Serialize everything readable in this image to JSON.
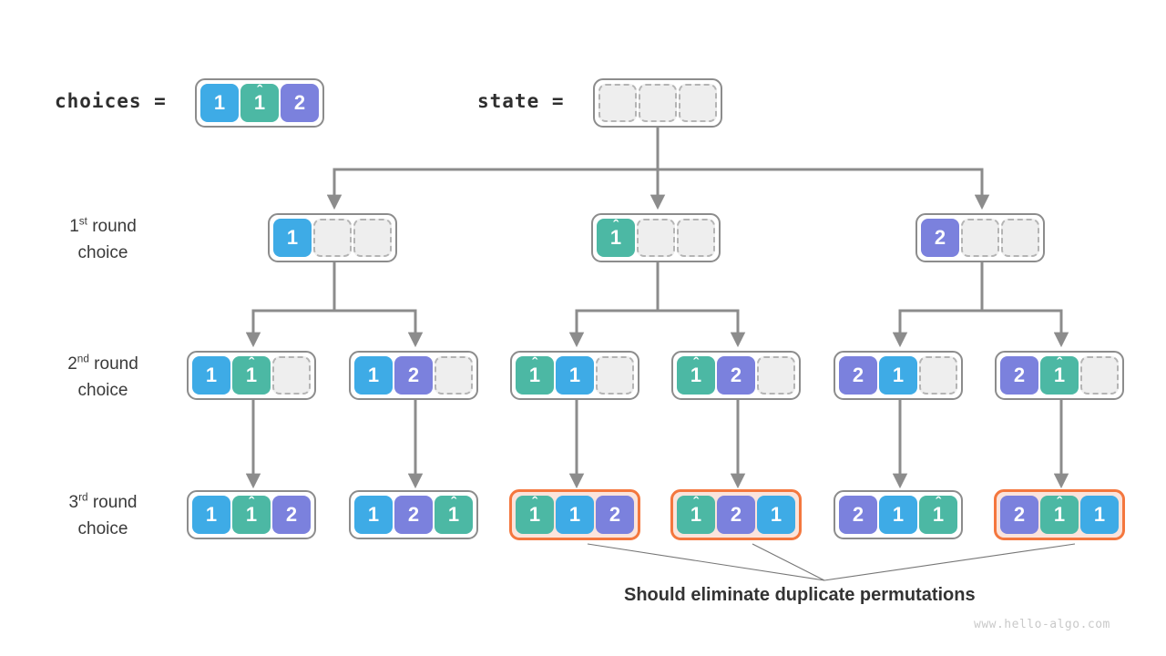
{
  "header": {
    "choices_label": "choices =",
    "state_label": "state ="
  },
  "colors": {
    "blue": "#3eabe6",
    "teal": "#4cb8a4",
    "purple": "#7b81dd",
    "empty_fill": "#eeeeee",
    "empty_border": "#b4b4b4",
    "node_border": "#8c8c8c",
    "highlight_border": "#f4773e",
    "highlight_fill": "#fbe4dc",
    "wire": "#8c8c8c",
    "text": "#3a3a3a"
  },
  "choices": {
    "cells": [
      {
        "value": "1",
        "color": "blue",
        "hat": false
      },
      {
        "value": "1",
        "color": "teal",
        "hat": true
      },
      {
        "value": "2",
        "color": "purple",
        "hat": false
      }
    ]
  },
  "state": {
    "cells": [
      {
        "value": "",
        "color": "empty",
        "hat": false
      },
      {
        "value": "",
        "color": "empty",
        "hat": false
      },
      {
        "value": "",
        "color": "empty",
        "hat": false
      }
    ]
  },
  "rows": [
    {
      "id": "round-1",
      "label_ordinal": "1",
      "label_suffix": "st",
      "label_line1_rest": " round",
      "label_line2": "choice",
      "nodes": [
        {
          "id": "r1n1",
          "highlight": false,
          "cells": [
            {
              "value": "1",
              "color": "blue",
              "hat": false
            },
            {
              "value": "",
              "color": "empty",
              "hat": false
            },
            {
              "value": "",
              "color": "empty",
              "hat": false
            }
          ]
        },
        {
          "id": "r1n2",
          "highlight": false,
          "cells": [
            {
              "value": "1",
              "color": "teal",
              "hat": true
            },
            {
              "value": "",
              "color": "empty",
              "hat": false
            },
            {
              "value": "",
              "color": "empty",
              "hat": false
            }
          ]
        },
        {
          "id": "r1n3",
          "highlight": false,
          "cells": [
            {
              "value": "2",
              "color": "purple",
              "hat": false
            },
            {
              "value": "",
              "color": "empty",
              "hat": false
            },
            {
              "value": "",
              "color": "empty",
              "hat": false
            }
          ]
        }
      ]
    },
    {
      "id": "round-2",
      "label_ordinal": "2",
      "label_suffix": "nd",
      "label_line1_rest": " round",
      "label_line2": "choice",
      "nodes": [
        {
          "id": "r2n1",
          "highlight": false,
          "cells": [
            {
              "value": "1",
              "color": "blue",
              "hat": false
            },
            {
              "value": "1",
              "color": "teal",
              "hat": true
            },
            {
              "value": "",
              "color": "empty",
              "hat": false
            }
          ]
        },
        {
          "id": "r2n2",
          "highlight": false,
          "cells": [
            {
              "value": "1",
              "color": "blue",
              "hat": false
            },
            {
              "value": "2",
              "color": "purple",
              "hat": false
            },
            {
              "value": "",
              "color": "empty",
              "hat": false
            }
          ]
        },
        {
          "id": "r2n3",
          "highlight": false,
          "cells": [
            {
              "value": "1",
              "color": "teal",
              "hat": true
            },
            {
              "value": "1",
              "color": "blue",
              "hat": false
            },
            {
              "value": "",
              "color": "empty",
              "hat": false
            }
          ]
        },
        {
          "id": "r2n4",
          "highlight": false,
          "cells": [
            {
              "value": "1",
              "color": "teal",
              "hat": true
            },
            {
              "value": "2",
              "color": "purple",
              "hat": false
            },
            {
              "value": "",
              "color": "empty",
              "hat": false
            }
          ]
        },
        {
          "id": "r2n5",
          "highlight": false,
          "cells": [
            {
              "value": "2",
              "color": "purple",
              "hat": false
            },
            {
              "value": "1",
              "color": "blue",
              "hat": false
            },
            {
              "value": "",
              "color": "empty",
              "hat": false
            }
          ]
        },
        {
          "id": "r2n6",
          "highlight": false,
          "cells": [
            {
              "value": "2",
              "color": "purple",
              "hat": false
            },
            {
              "value": "1",
              "color": "teal",
              "hat": true
            },
            {
              "value": "",
              "color": "empty",
              "hat": false
            }
          ]
        }
      ]
    },
    {
      "id": "round-3",
      "label_ordinal": "3",
      "label_suffix": "rd",
      "label_line1_rest": " round",
      "label_line2": "choice",
      "nodes": [
        {
          "id": "r3n1",
          "highlight": false,
          "cells": [
            {
              "value": "1",
              "color": "blue",
              "hat": false
            },
            {
              "value": "1",
              "color": "teal",
              "hat": true
            },
            {
              "value": "2",
              "color": "purple",
              "hat": false
            }
          ]
        },
        {
          "id": "r3n2",
          "highlight": false,
          "cells": [
            {
              "value": "1",
              "color": "blue",
              "hat": false
            },
            {
              "value": "2",
              "color": "purple",
              "hat": false
            },
            {
              "value": "1",
              "color": "teal",
              "hat": true
            }
          ]
        },
        {
          "id": "r3n3",
          "highlight": true,
          "cells": [
            {
              "value": "1",
              "color": "teal",
              "hat": true
            },
            {
              "value": "1",
              "color": "blue",
              "hat": false
            },
            {
              "value": "2",
              "color": "purple",
              "hat": false
            }
          ]
        },
        {
          "id": "r3n4",
          "highlight": true,
          "cells": [
            {
              "value": "1",
              "color": "teal",
              "hat": true
            },
            {
              "value": "2",
              "color": "purple",
              "hat": false
            },
            {
              "value": "1",
              "color": "blue",
              "hat": false
            }
          ]
        },
        {
          "id": "r3n5",
          "highlight": false,
          "cells": [
            {
              "value": "2",
              "color": "purple",
              "hat": false
            },
            {
              "value": "1",
              "color": "blue",
              "hat": false
            },
            {
              "value": "1",
              "color": "teal",
              "hat": true
            }
          ]
        },
        {
          "id": "r3n6",
          "highlight": true,
          "cells": [
            {
              "value": "2",
              "color": "purple",
              "hat": false
            },
            {
              "value": "1",
              "color": "teal",
              "hat": true
            },
            {
              "value": "1",
              "color": "blue",
              "hat": false
            }
          ]
        }
      ]
    }
  ],
  "caption": "Should eliminate duplicate permutations",
  "watermark": "www.hello-algo.com"
}
